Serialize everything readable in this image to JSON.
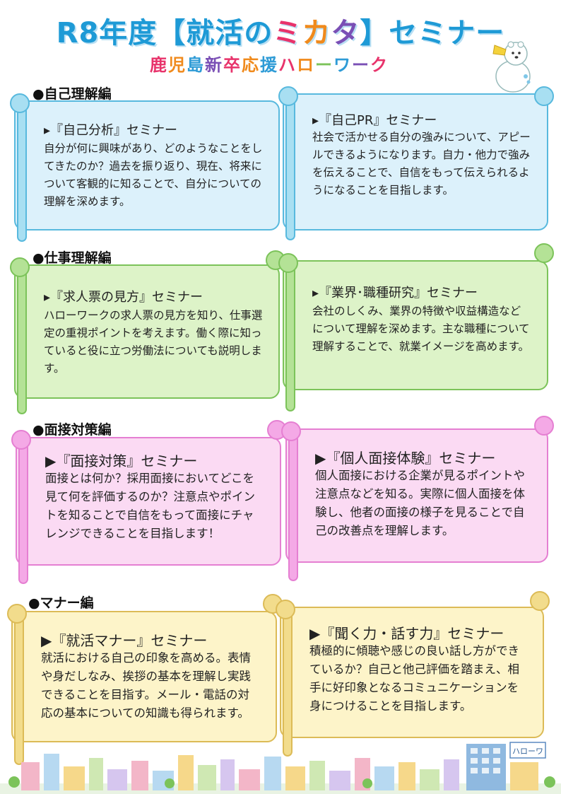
{
  "header": {
    "title_pre": "R8年度【就活の",
    "title_mi": "ミ",
    "title_ka": "カ",
    "title_ta": "タ",
    "title_post": "】セミナー",
    "subtitle_chars": [
      {
        "ch": "鹿",
        "color": "#e8336b"
      },
      {
        "ch": "児",
        "color": "#f08a1c"
      },
      {
        "ch": "島",
        "color": "#2e9bd6"
      },
      {
        "ch": "新",
        "color": "#7a4fb5"
      },
      {
        "ch": "卒",
        "color": "#e8336b"
      },
      {
        "ch": "応",
        "color": "#f08a1c"
      },
      {
        "ch": "援",
        "color": "#2e9bd6"
      },
      {
        "ch": "ハ",
        "color": "#e8336b"
      },
      {
        "ch": "ロ",
        "color": "#f08a1c"
      },
      {
        "ch": "ー",
        "color": "#7cc35a"
      },
      {
        "ch": "ワ",
        "color": "#2e9bd6"
      },
      {
        "ch": "ー",
        "color": "#7a4fb5"
      },
      {
        "ch": "ク",
        "color": "#e8336b"
      }
    ]
  },
  "sections": {
    "self": {
      "heading": "●自己理解編",
      "left": {
        "title": "▸『自己分析』セミナー",
        "body": "自分が何に興味があり、どのようなことをしてきたのか？過去を振り返り、現在、将来について客観的に知ることで、自分についての理解を深めます。"
      },
      "right": {
        "title": "▸『自己PR』セミナー",
        "body": "社会で活かせる自分の強みについて、アピールできるようになります。自力・他力で強みを伝えることで、自信をもって伝えられるようになることを目指します。"
      }
    },
    "work": {
      "heading": "●仕事理解編",
      "left": {
        "title": "▸『求人票の見方』セミナー",
        "body": "ハローワークの求人票の見方を知り、仕事選定の重視ポイントを考えます。働く際に知っていると役に立つ労働法についても説明します。"
      },
      "right": {
        "title": "▸『業界･職種研究』セミナー",
        "body": "会社のしくみ、業界の特徴や収益構造などについて理解を深めます。主な職種について理解することで、就業イメージを高めます。"
      }
    },
    "interview": {
      "heading": "●面接対策編",
      "left": {
        "title": "▶『面接対策』セミナー",
        "body": "面接とは何か？採用面接においてどこを見て何を評価するのか？注意点やポイントを知ることで自信をもって面接にチャレンジできることを目指します！"
      },
      "right": {
        "title": "▶『個人面接体験』セミナー",
        "body": "個人面接における企業が見るポイントや注意点などを知る。実際に個人面接を体験し、他者の面接の様子を見ることで自己の改善点を理解します。"
      }
    },
    "manner": {
      "heading": "●マナー編",
      "left": {
        "title": "▶『就活マナー』セミナー",
        "body": "就活における自己の印象を高める。表情や身だしなみ、挨拶の基本を理解し実践できることを目指す。メール・電話の対応の基本についての知識も得られます。"
      },
      "right": {
        "title": "▶『聞く力・話す力』セミナー",
        "body": "積極的に傾聴や感じの良い話し方ができているか？自己と他己評価を踏まえ、相手に好印象となるコミュニケーションを身につけることを目指します。"
      }
    }
  },
  "footer": {
    "building_sign": "ハローワ"
  }
}
